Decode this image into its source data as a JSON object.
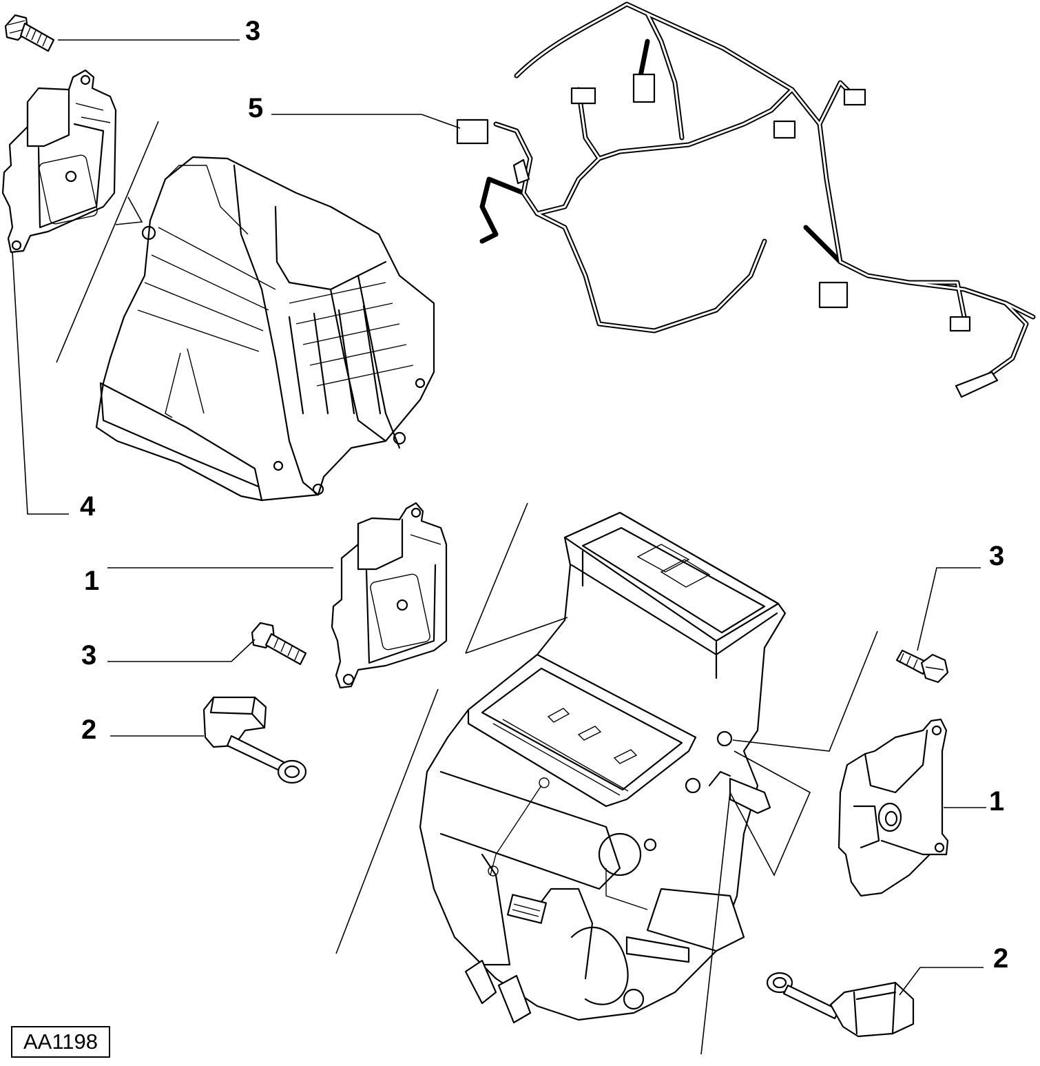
{
  "drawing_code": "AA1198",
  "callouts": {
    "screw_top_left": "3",
    "wiring_harness": "5",
    "actuator_upper_left": "4",
    "actuator_middle": "1",
    "screw_middle": "3",
    "sensor_left": "2",
    "screw_right": "3",
    "actuator_right": "1",
    "sensor_right": "2"
  }
}
